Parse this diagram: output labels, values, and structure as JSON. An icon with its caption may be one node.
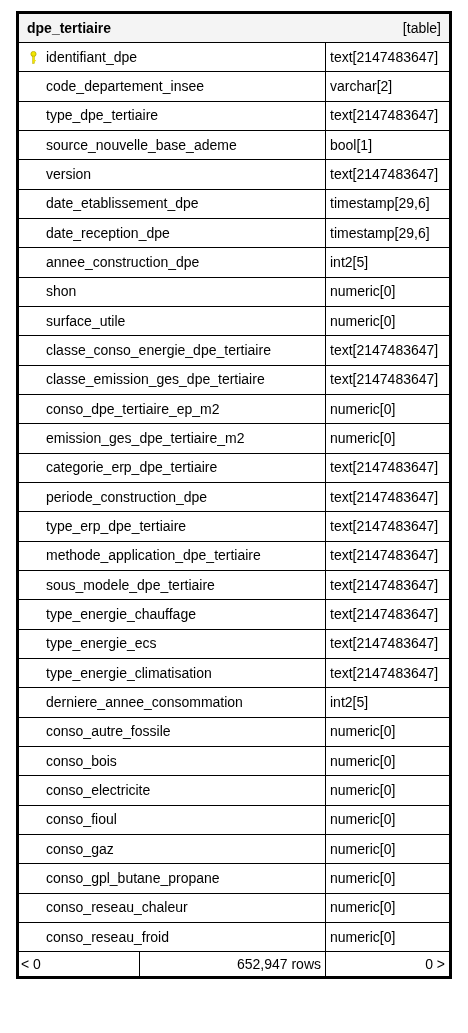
{
  "diagram": {
    "nodes": [
      {
        "text": [
          "dpe_tertiaire",
          "[table]"
        ]
      }
    ],
    "edges": [],
    "labels": [
      "identifiant_dpe",
      "text[2147483647]",
      "code_departement_insee",
      "varchar[2]",
      "type_dpe_tertiaire",
      "text[2147483647]",
      "source_nouvelle_base_ademe",
      "bool[1]",
      "version",
      "text[2147483647]",
      "date_etablissement_dpe",
      "timestamp[29,6]",
      "date_reception_dpe",
      "timestamp[29,6]",
      "annee_construction_dpe",
      "int2[5]",
      "shon",
      "numeric[0]",
      "surface_utile",
      "numeric[0]",
      "classe_conso_energie_dpe_tertiaire",
      "text[2147483647]",
      "classe_emission_ges_dpe_tertiaire",
      "text[2147483647]",
      "conso_dpe_tertiaire_ep_m2",
      "numeric[0]",
      "emission_ges_dpe_tertiaire_m2",
      "numeric[0]",
      "categorie_erp_dpe_tertiaire",
      "text[2147483647]",
      "periode_construction_dpe",
      "text[2147483647]",
      "type_erp_dpe_tertiaire",
      "text[2147483647]",
      "methode_application_dpe_tertiaire",
      "text[2147483647]",
      "sous_modele_dpe_tertiaire",
      "text[2147483647]",
      "type_energie_chauffage",
      "text[2147483647]",
      "type_energie_ecs",
      "text[2147483647]",
      "type_energie_climatisation",
      "text[2147483647]",
      "derniere_annee_consommation",
      "int2[5]",
      "conso_autre_fossile",
      "numeric[0]",
      "conso_bois",
      "numeric[0]",
      "conso_electricite",
      "numeric[0]",
      "conso_fioul",
      "numeric[0]",
      "conso_gaz",
      "numeric[0]",
      "conso_gpl_butane_propane",
      "numeric[0]",
      "conso_reseau_chaleur",
      "numeric[0]",
      "conso_reseau_froid",
      "numeric[0]",
      "< 0",
      "652,947 rows",
      "0 >"
    ]
  }
}
